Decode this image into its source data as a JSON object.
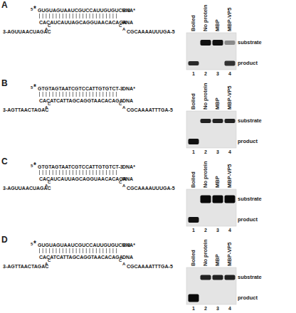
{
  "diagram": {
    "labels": [
      "A",
      "5",
      "*",
      "GUGUAGUAAUCGUCCAUUGUGUCU-3",
      "RNA*",
      "CACAUCAUUAGCAGGUAACACAGA",
      "RNA",
      "3-AGUUAACUAGAC",
      "A",
      "C",
      "C",
      "A",
      "CGCAAAAUUUGA-5",
      "Boiled",
      "No protein",
      "MBP",
      "MBP-VP5",
      "substrate",
      "product",
      "1",
      "2",
      "3",
      "4",
      "B",
      "5",
      "*",
      "GTGTAGTAATCGTCCATTGTGTCT-3",
      "DNA*",
      "CACATCATTAGCAGGTAACACAGA",
      "DNA",
      "3-AGTTAACTAGAC",
      "A",
      "C",
      "C",
      "A",
      "CGCAAAATTTGA-5",
      "Boiled",
      "No protein",
      "MBP",
      "MBP-VP5",
      "substrate",
      "product",
      "1",
      "2",
      "3",
      "4",
      "C",
      "5",
      "*",
      "GTGTAGTAATCGTCCATTGTGTCT-3",
      "DNA*",
      "CACAUCAUUAGCAGGUAACACAGA",
      "RNA",
      "3-AGUUAACUAGAC",
      "A",
      "C",
      "C",
      "A",
      "CGCAAAAUUUGA-5",
      "Boiled",
      "No protein",
      "MBP",
      "MBP-VP5",
      "substrate",
      "product",
      "1",
      "2",
      "3",
      "4",
      "D",
      "5",
      "*",
      "GUGUAGUAAUCGUCCAUUGUGUCU-3",
      "RNA*",
      "CACATCATTAGCAGGTAACACAGA",
      "DNA",
      "3-AGTTAACTAGAC",
      "A",
      "C",
      "C",
      "A",
      "CGCAAAATTTGA-5",
      "Boiled",
      "No protein",
      "MBP",
      "MBP-VP5",
      "substrate",
      "product",
      "1",
      "2",
      "3",
      "4"
    ]
  }
}
